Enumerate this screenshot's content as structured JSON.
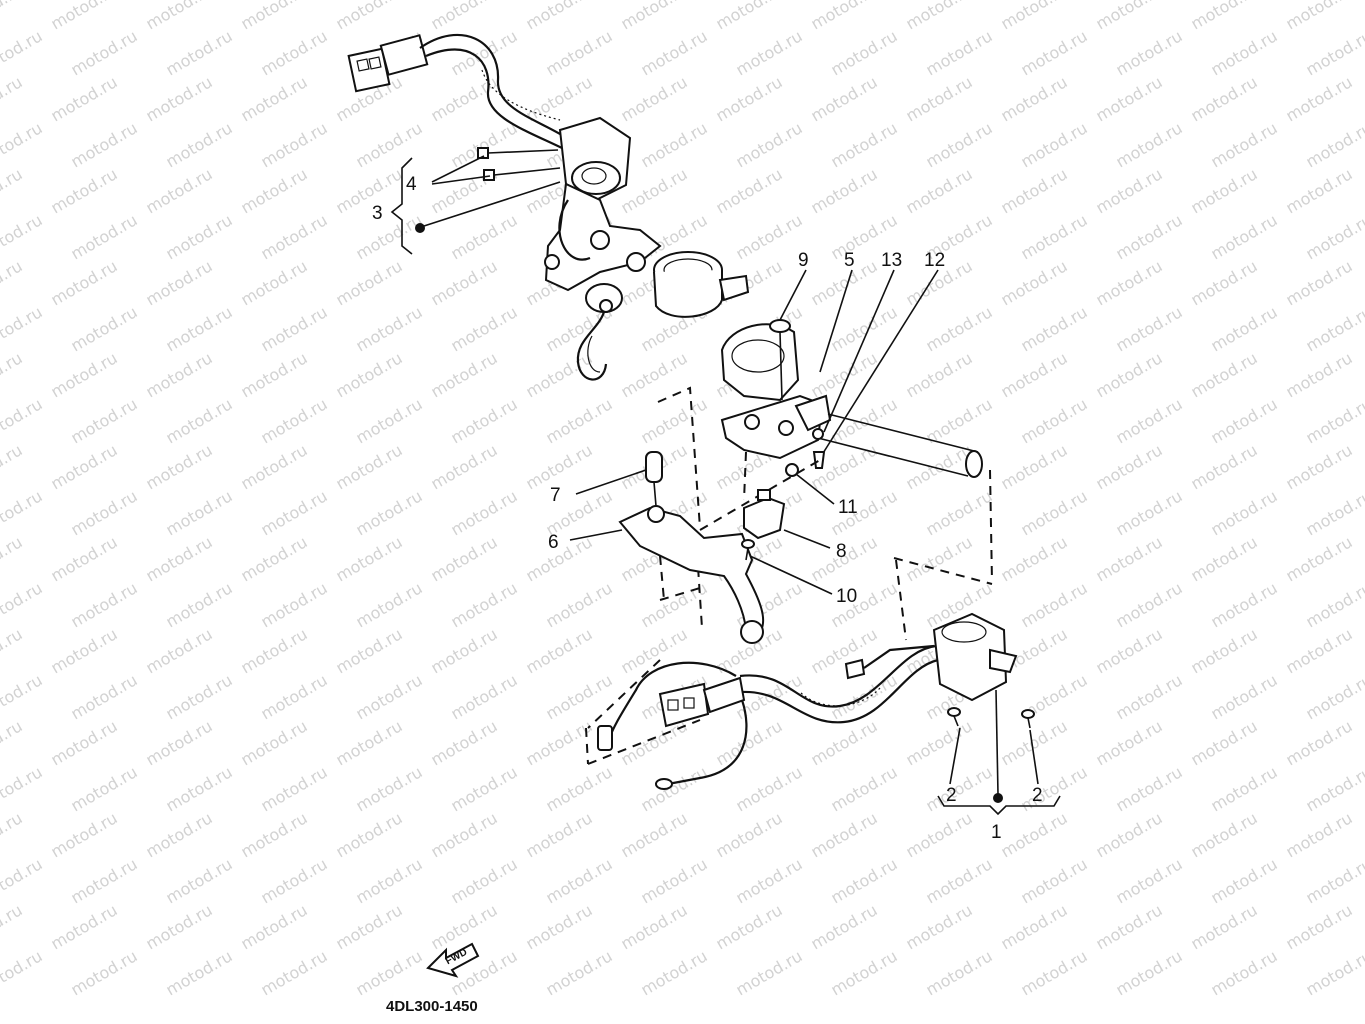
{
  "watermark": "motod.ru",
  "diagram_code": "4DL300-1450",
  "forward_label": "FWD",
  "callouts": {
    "c1": "1",
    "c2a": "2",
    "c2b": "2",
    "c3": "3",
    "c4": "4",
    "c5": "5",
    "c6": "6",
    "c7": "7",
    "c8": "8",
    "c9": "9",
    "c10": "10",
    "c11": "11",
    "c12": "12",
    "c13": "13"
  }
}
